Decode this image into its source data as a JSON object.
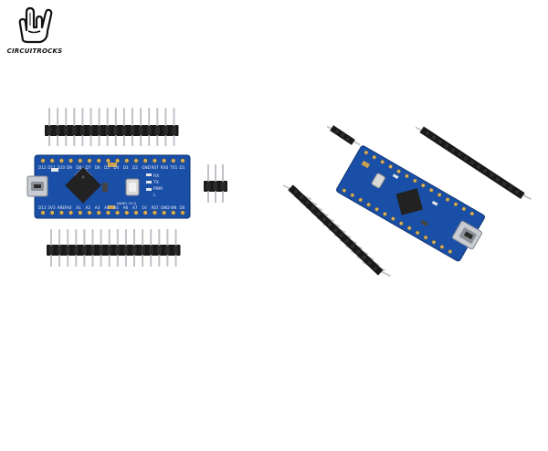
{
  "logo": {
    "wordmark": "CIRCUITROCKS",
    "icon": "rock-hand-icon"
  },
  "colors": {
    "pcb_blue": "#1a4fa8",
    "pcb_dark": "#143e86",
    "header_black": "#1b1b1b",
    "pin_metal": "#bfc3c8",
    "chip_black": "#222222",
    "usb_silver": "#c8ccd2"
  },
  "board_front": {
    "top_labels": [
      "D12",
      "D11",
      "D10",
      "D9",
      "D8",
      "D7",
      "D6",
      "D5",
      "D4",
      "D3",
      "D2",
      "GND",
      "RST",
      "RX0",
      "TX1",
      "D1"
    ],
    "bottom_labels": [
      "D13",
      "3V3",
      "AREF",
      "A0",
      "A1",
      "A2",
      "A3",
      "A4",
      "A5",
      "A6",
      "A7",
      "5V",
      "RST",
      "GND",
      "VIN",
      "D0"
    ],
    "silk_marks": [
      "RX",
      "TX",
      "PWR",
      "L"
    ],
    "chip_text": "NANO V3.0"
  }
}
